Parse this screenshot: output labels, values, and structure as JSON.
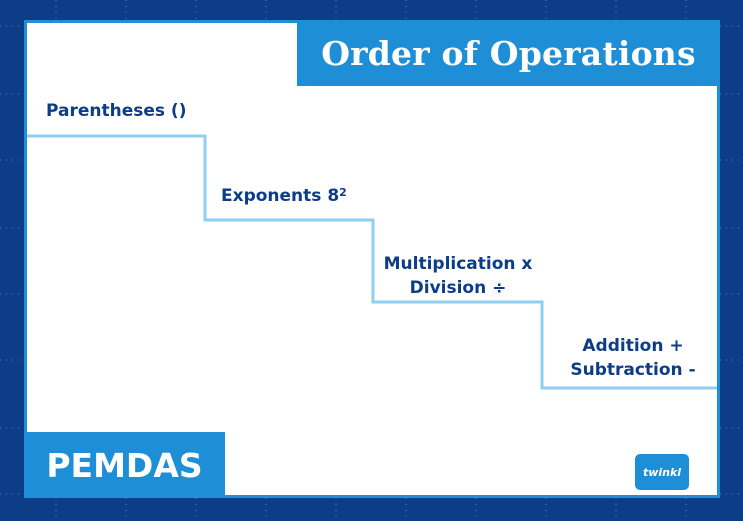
{
  "title": "Order of Operations",
  "steps": [
    {
      "line1": "Parentheses ()"
    },
    {
      "line1": "Exponents 8",
      "superscript": "2"
    },
    {
      "line1": "Multiplication x",
      "line2": "Division ÷"
    },
    {
      "line1": "Addition +",
      "line2": "Subtraction -"
    }
  ],
  "acronym": "PEMDAS",
  "logo_text": "twinkl",
  "colors": {
    "frame": "#0c3d86",
    "accent": "#1e8fd7",
    "step_line": "#8fcff0",
    "text": "#0c3d86",
    "card": "#ffffff"
  }
}
